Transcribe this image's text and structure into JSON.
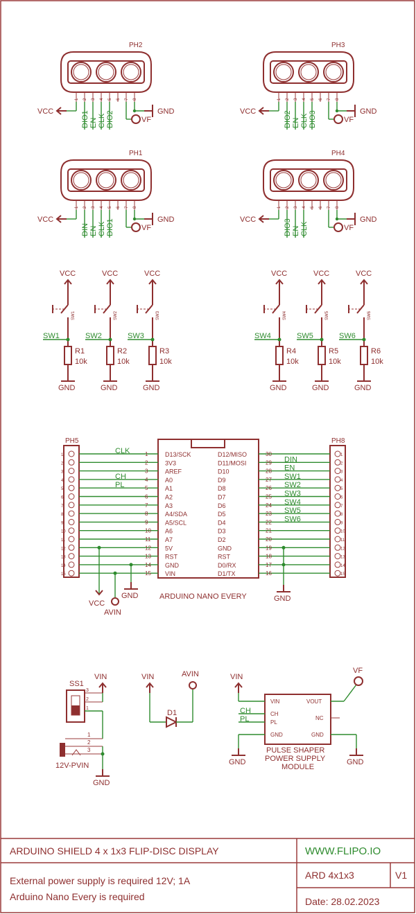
{
  "phases": {
    "ph2": {
      "name": "PH2",
      "pins": [
        "1",
        "2",
        "3",
        "4",
        "5",
        "6",
        "7",
        "8"
      ],
      "nets": [
        "DIO1",
        "EN",
        "CLK",
        "DIO2"
      ]
    },
    "ph3": {
      "name": "PH3",
      "pins": [
        "1",
        "2",
        "3",
        "4",
        "5",
        "6",
        "7",
        "8"
      ],
      "nets": [
        "DIO2",
        "EN",
        "CLK",
        "DIO3"
      ]
    },
    "ph1": {
      "name": "PH1",
      "pins": [
        "1",
        "2",
        "3",
        "4",
        "5",
        "6",
        "7",
        "8"
      ],
      "nets": [
        "DIN",
        "EN",
        "CLK",
        "DIO1"
      ]
    },
    "ph4": {
      "name": "PH4",
      "pins": [
        "1",
        "2",
        "3",
        "4",
        "5",
        "6",
        "7",
        "8"
      ],
      "nets": [
        "DIO3",
        "EN",
        "CLK"
      ]
    }
  },
  "power": {
    "vcc": "VCC",
    "gnd": "GND",
    "vf": "VF",
    "vin": "VIN",
    "avin": "AVIN"
  },
  "switches": [
    {
      "sw": "SW1",
      "r": "R1",
      "val": "10k"
    },
    {
      "sw": "SW2",
      "r": "R2",
      "val": "10k"
    },
    {
      "sw": "SW3",
      "r": "R3",
      "val": "10k"
    },
    {
      "sw": "SW4",
      "r": "R4",
      "val": "10k"
    },
    {
      "sw": "SW5",
      "r": "R5",
      "val": "10k"
    },
    {
      "sw": "SW6",
      "r": "R6",
      "val": "10k"
    }
  ],
  "nano": {
    "title": "ARDUINO NANO EVERY",
    "left_pins": [
      "D13/SCK",
      "3V3",
      "AREF",
      "A0",
      "A1",
      "A2",
      "A3",
      "A4/SDA",
      "A5/SCL",
      "A6",
      "A7",
      "5V",
      "RST",
      "GND",
      "VIN"
    ],
    "left_nums": [
      "1",
      "2",
      "3",
      "4",
      "5",
      "6",
      "7",
      "8",
      "9",
      "10",
      "11",
      "12",
      "13",
      "14",
      "15"
    ],
    "right_pins": [
      "D12/MISO",
      "D11/MOSI",
      "D10",
      "D9",
      "D8",
      "D7",
      "D6",
      "D5",
      "D4",
      "D3",
      "D2",
      "GND",
      "RST",
      "D0/RX",
      "D1/TX"
    ],
    "right_nums": [
      "30",
      "29",
      "28",
      "27",
      "26",
      "25",
      "24",
      "23",
      "22",
      "21",
      "20",
      "19",
      "18",
      "17",
      "16"
    ],
    "left_nets": [
      "CLK",
      "",
      "",
      "CH",
      "PL",
      "",
      "",
      "",
      "",
      "",
      "",
      "",
      "",
      "",
      ""
    ],
    "right_nets": [
      "",
      "DIN",
      "EN",
      "SW1",
      "SW2",
      "SW3",
      "SW4",
      "SW5",
      "SW6",
      "",
      "",
      "",
      "",
      "",
      ""
    ]
  },
  "ph5": {
    "name": "PH5",
    "pins": [
      "1",
      "2",
      "3",
      "4",
      "5",
      "6",
      "7",
      "8",
      "9",
      "10",
      "11",
      "12",
      "13",
      "14",
      "15"
    ]
  },
  "ph8": {
    "name": "PH8",
    "pins": [
      "1",
      "2",
      "3",
      "4",
      "5",
      "6",
      "7",
      "8",
      "9",
      "10",
      "11",
      "12",
      "13",
      "14",
      "15"
    ]
  },
  "ss1": {
    "name": "SS1",
    "pins": [
      "3",
      "2",
      "1"
    ]
  },
  "jack": {
    "name": "12V-PVIN",
    "pins": [
      "1",
      "2",
      "3"
    ]
  },
  "d1": {
    "name": "D1"
  },
  "module": {
    "line1": "PULSE SHAPER",
    "line2": "POWER SUPPLY",
    "line3": "MODULE",
    "pins_left": [
      "VIN",
      "CH",
      "PL",
      "GND"
    ],
    "pins_right": [
      "VOUT",
      "NC",
      "GND"
    ],
    "nets": [
      "CH",
      "PL"
    ]
  },
  "titleblock": {
    "title": "ARDUINO SHIELD 4 x 1x3 FLIP-DISC DISPLAY",
    "url": "WWW.FLIPO.IO",
    "note1": "External power supply is required 12V; 1A",
    "note2": "Arduino Nano Every is required",
    "code": "ARD 4x1x3",
    "version": "V1",
    "date": "Date: 28.02.2023"
  }
}
